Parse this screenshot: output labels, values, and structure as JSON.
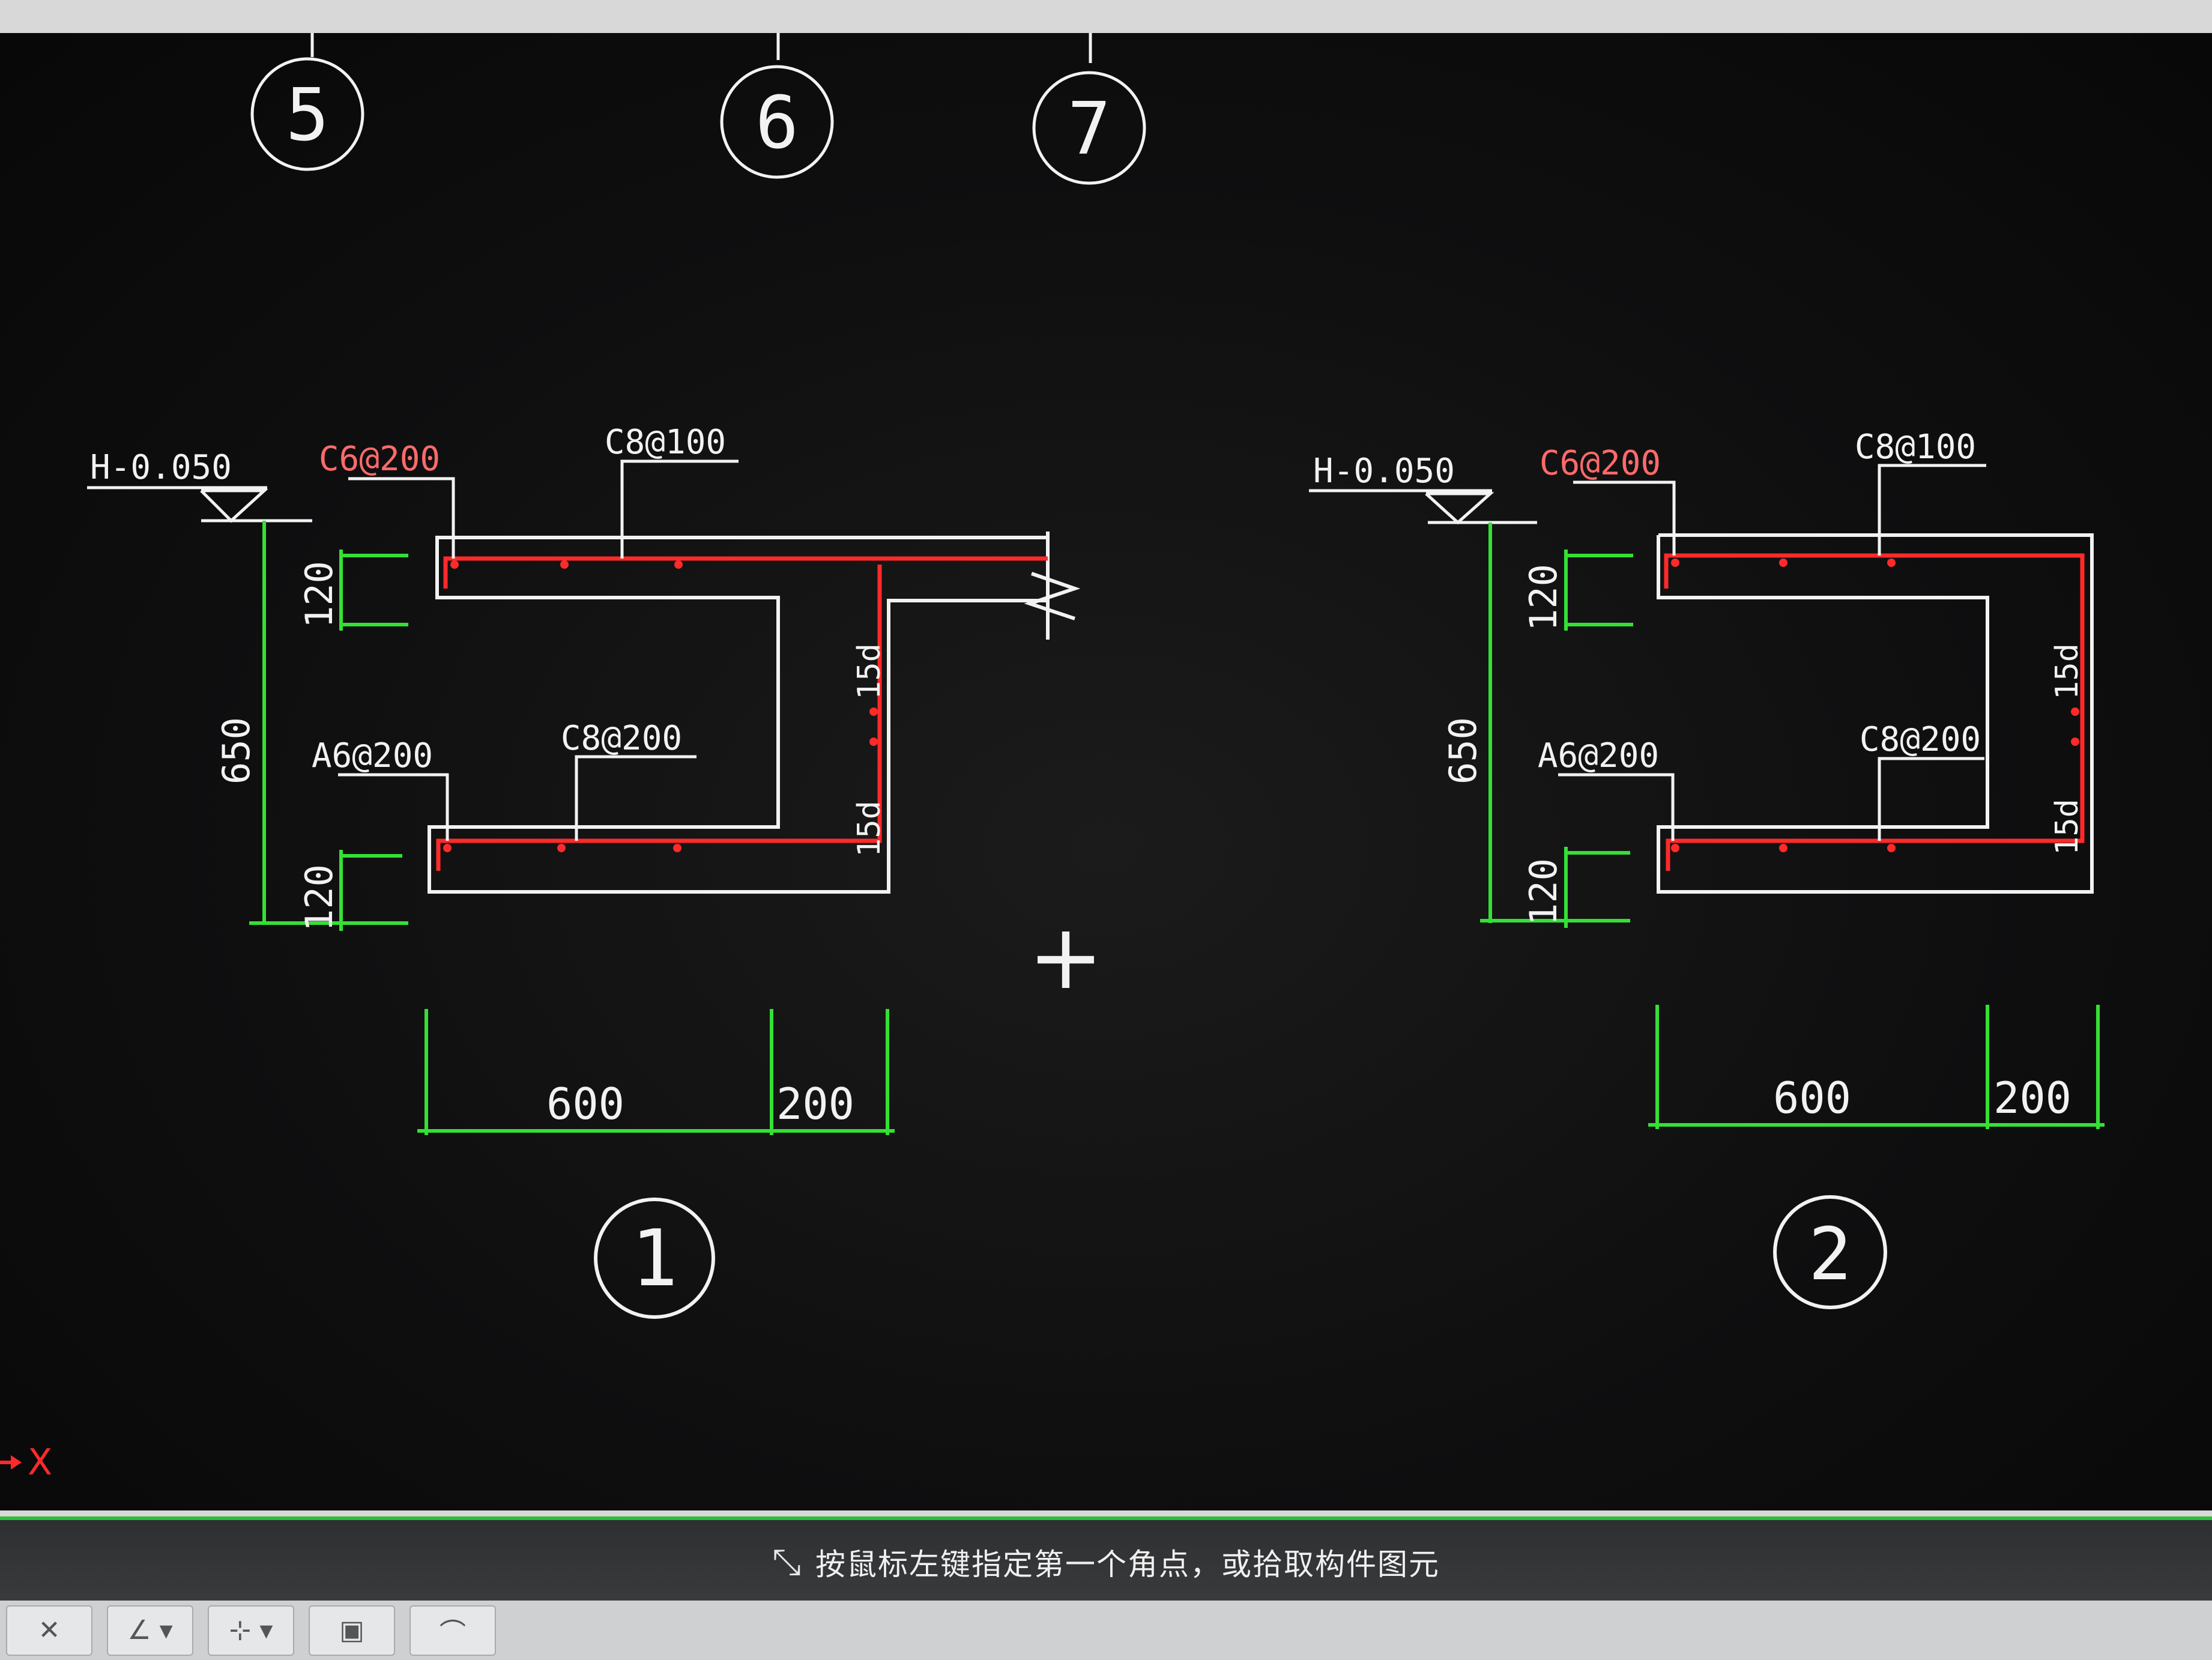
{
  "axis_circles": [
    "5",
    "6",
    "7"
  ],
  "details": [
    {
      "id": "1",
      "level": "H-0.050",
      "rebar_top_left": "C6@200",
      "rebar_top_right": "C8@100",
      "rebar_bottom_left": "A6@200",
      "rebar_bottom_right": "C8@200",
      "dim_top_thk": "120",
      "dim_height": "650",
      "dim_bottom_thk": "120",
      "anchor_upper": "15d",
      "anchor_lower": "15d",
      "dim_width_a": "600",
      "dim_width_b": "200"
    },
    {
      "id": "2",
      "level": "H-0.050",
      "rebar_top_left": "C6@200",
      "rebar_top_right": "C8@100",
      "rebar_bottom_left": "A6@200",
      "rebar_bottom_right": "C8@200",
      "dim_top_thk": "120",
      "dim_height": "650",
      "dim_bottom_thk": "120",
      "anchor_upper": "15d",
      "anchor_lower": "15d",
      "dim_width_a": "600",
      "dim_width_b": "200"
    }
  ],
  "ucs_label": "X",
  "cursor_symbol": "+",
  "command_prompt": "按鼠标左键指定第一个角点，或拾取构件图元",
  "toolbar_icons": [
    "close-icon",
    "angle-icon",
    "snap-icon",
    "view-icon",
    "arc-icon"
  ],
  "colors": {
    "background": "#0f0f10",
    "outline": "#f2f2f2",
    "rebar": "#ff2a2a",
    "dimension": "#35e035",
    "red_label": "#ff6a6a"
  }
}
